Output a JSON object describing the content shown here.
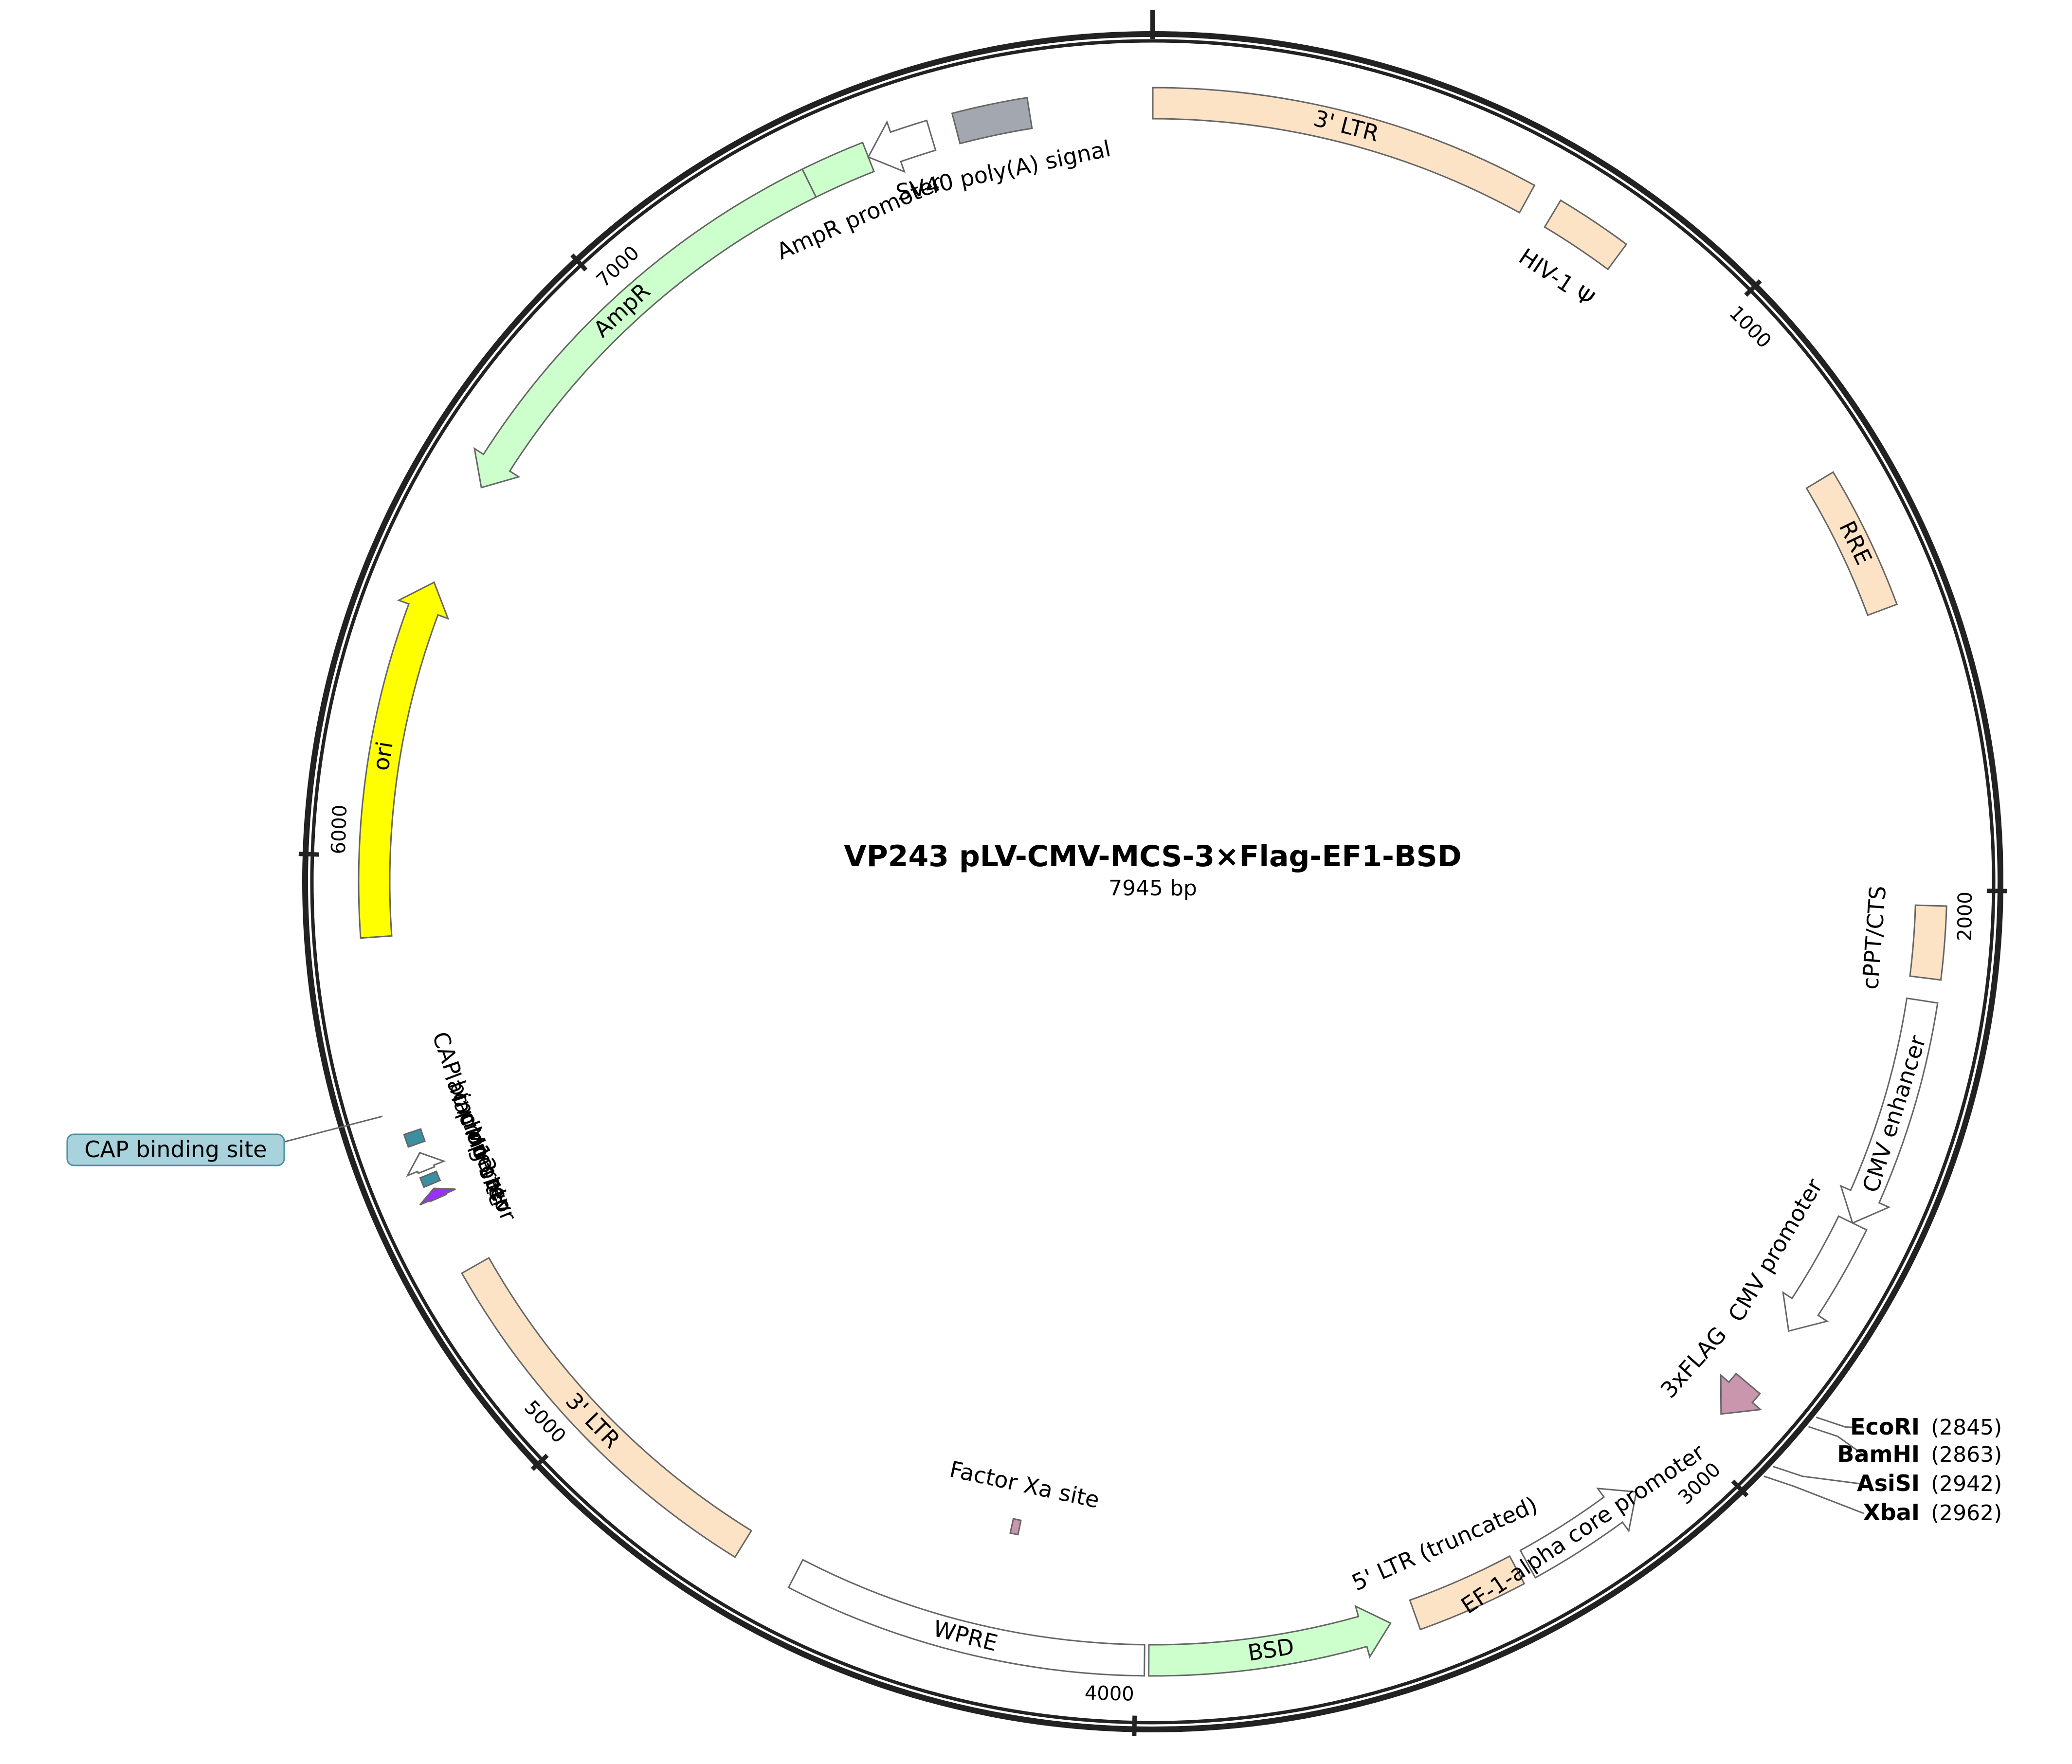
{
  "plasmid": {
    "name": "VP243  pLV-CMV-MCS-3×Flag-EF1-BSD",
    "length_label": "7945 bp",
    "length_bp": 7945
  },
  "ticks": [
    {
      "bp": 1000,
      "label": "1000"
    },
    {
      "bp": 2000,
      "label": "2000"
    },
    {
      "bp": 3000,
      "label": "3000"
    },
    {
      "bp": 4000,
      "label": "4000"
    },
    {
      "bp": 5000,
      "label": "5000"
    },
    {
      "bp": 6000,
      "label": "6000"
    },
    {
      "bp": 7000,
      "label": "7000"
    }
  ],
  "features": [
    {
      "id": "ltr3-top",
      "label": "3' LTR",
      "start": 0,
      "end": 634,
      "color": "#fde3c6",
      "arrow": "none"
    },
    {
      "id": "hiv-psi",
      "label": "HIV-1 Ψ",
      "start": 682,
      "end": 808,
      "color": "#fde3c6",
      "arrow": "none"
    },
    {
      "id": "rre",
      "label": "RRE",
      "start": 1301,
      "end": 1535,
      "color": "#fde3c6",
      "arrow": "none"
    },
    {
      "id": "cppt",
      "label": "cPPT/CTS",
      "start": 2025,
      "end": 2143,
      "color": "#fde3c6",
      "arrow": "none"
    },
    {
      "id": "cmv-enh",
      "label": "CMV enhancer",
      "start": 2180,
      "end": 2560,
      "color": "#ffffff",
      "arrow": "fwd",
      "group": "cmv"
    },
    {
      "id": "cmv-prom",
      "label": "CMV promoter",
      "start": 2560,
      "end": 2764,
      "color": "#ffffff",
      "arrow": "fwd",
      "group": "cmv"
    },
    {
      "id": "flag",
      "label": "3xFLAG",
      "start": 2872,
      "end": 2938,
      "color": "#c996ae",
      "arrow": "fwd"
    },
    {
      "id": "ef1",
      "label": "EF-1-alpha core promoter",
      "start": 3125,
      "end": 3337,
      "color": "#ffffff",
      "arrow": "rev"
    },
    {
      "id": "ltr5",
      "label": "5' LTR (truncated)",
      "start": 3357,
      "end": 3538,
      "color": "#fde3c6",
      "arrow": "none"
    },
    {
      "id": "bsd",
      "label": "BSD",
      "start": 3580,
      "end": 3979,
      "color": "#ccffcc",
      "arrow": "rev"
    },
    {
      "id": "wpre",
      "label": "WPRE",
      "start": 3986,
      "end": 4575,
      "color": "#ffffff",
      "arrow": "none"
    },
    {
      "id": "xa",
      "label": "Factor Xa site",
      "start": 4230,
      "end": 4245,
      "color": "#c996ae",
      "arrow": "none",
      "inner": true
    },
    {
      "id": "ltr3-left",
      "label": "3' LTR",
      "start": 4673,
      "end": 5307,
      "color": "#fde3c6",
      "arrow": "none"
    },
    {
      "id": "m13",
      "label": "M13 rev",
      "start": 5432,
      "end": 5449,
      "color": "#9b30ff",
      "arrow": "fwd"
    },
    {
      "id": "lacop",
      "label": "lac operator",
      "start": 5457,
      "end": 5473,
      "color": "#3a8fa0",
      "arrow": "none"
    },
    {
      "id": "lacprom",
      "label": "lac promoter",
      "start": 5481,
      "end": 5511,
      "color": "#ffffff",
      "arrow": "fwd"
    },
    {
      "id": "cap",
      "label": "CAP binding site",
      "start": 5526,
      "end": 5547,
      "color": "#3a8fa0",
      "arrow": "none"
    },
    {
      "id": "ori",
      "label": "ori",
      "start": 5869,
      "end": 6458,
      "color": "#ffff00",
      "arrow": "fwd"
    },
    {
      "id": "ampr",
      "label": "AmpR",
      "start": 6630,
      "end": 7367,
      "color": "#ccffcc",
      "arrow": "rev"
    },
    {
      "id": "ampr-prom",
      "label": "AmpR promoter",
      "start": 7367,
      "end": 7472,
      "color": "#ccffcc",
      "arrow": "none"
    },
    {
      "id": "ampr-prom-arrow",
      "label": "",
      "start": 7472,
      "end": 7580,
      "color": "#ffffff",
      "arrow": "rev"
    },
    {
      "id": "sv40",
      "label": "SV40 poly(A) signal",
      "start": 7622,
      "end": 7744,
      "color": "#a3a8b0",
      "arrow": "none"
    }
  ],
  "restriction_sites": [
    {
      "name": "EcoRI",
      "position": "(2845)"
    },
    {
      "name": "BamHI",
      "position": "(2863)"
    },
    {
      "name": "AsiSI",
      "position": "(2942)"
    },
    {
      "name": "XbaI",
      "position": "(2962)"
    }
  ],
  "callout": {
    "label": "CAP binding site",
    "color": "#a9d3dc"
  }
}
